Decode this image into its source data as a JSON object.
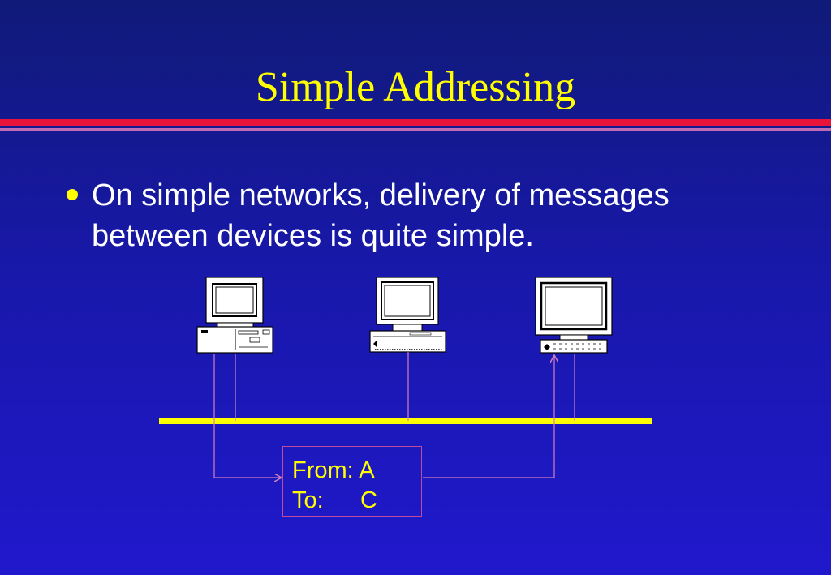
{
  "slide": {
    "title": "Simple Addressing",
    "bullet": "On simple networks, delivery of messages between devices is quite simple."
  },
  "diagram": {
    "message": {
      "from_label": "From:",
      "from_value": "A",
      "to_label": "To:",
      "to_value": "C"
    },
    "devices": [
      "desktop-computer",
      "workstation-computer",
      "monitor-computer"
    ]
  },
  "colors": {
    "background_top": "#101a78",
    "background_bottom": "#2018cc",
    "title": "#ffff00",
    "network_bus": "#ffff00",
    "connector": "#d080c0",
    "rule": "#e8143a"
  }
}
